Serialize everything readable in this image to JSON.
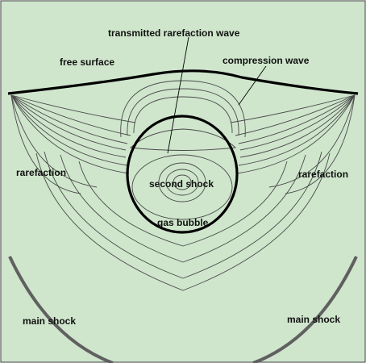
{
  "colors": {
    "background": "#cfe6cc",
    "contour": "#4a4a4a",
    "bold_line": "#000000",
    "shock_arc": "#606060",
    "border": "#5a5a5a"
  },
  "labels": {
    "transmitted_rarefaction_wave": "transmitted rarefaction wave",
    "free_surface": "free surface",
    "compression_wave": "compression wave",
    "rarefaction_left": "rarefaction",
    "rarefaction_right": "rarefaction",
    "second_shock": "second shock",
    "gas_bubble": "gas bubble",
    "main_shock_left": "main  shock",
    "main_shock_right": "main  shock"
  }
}
